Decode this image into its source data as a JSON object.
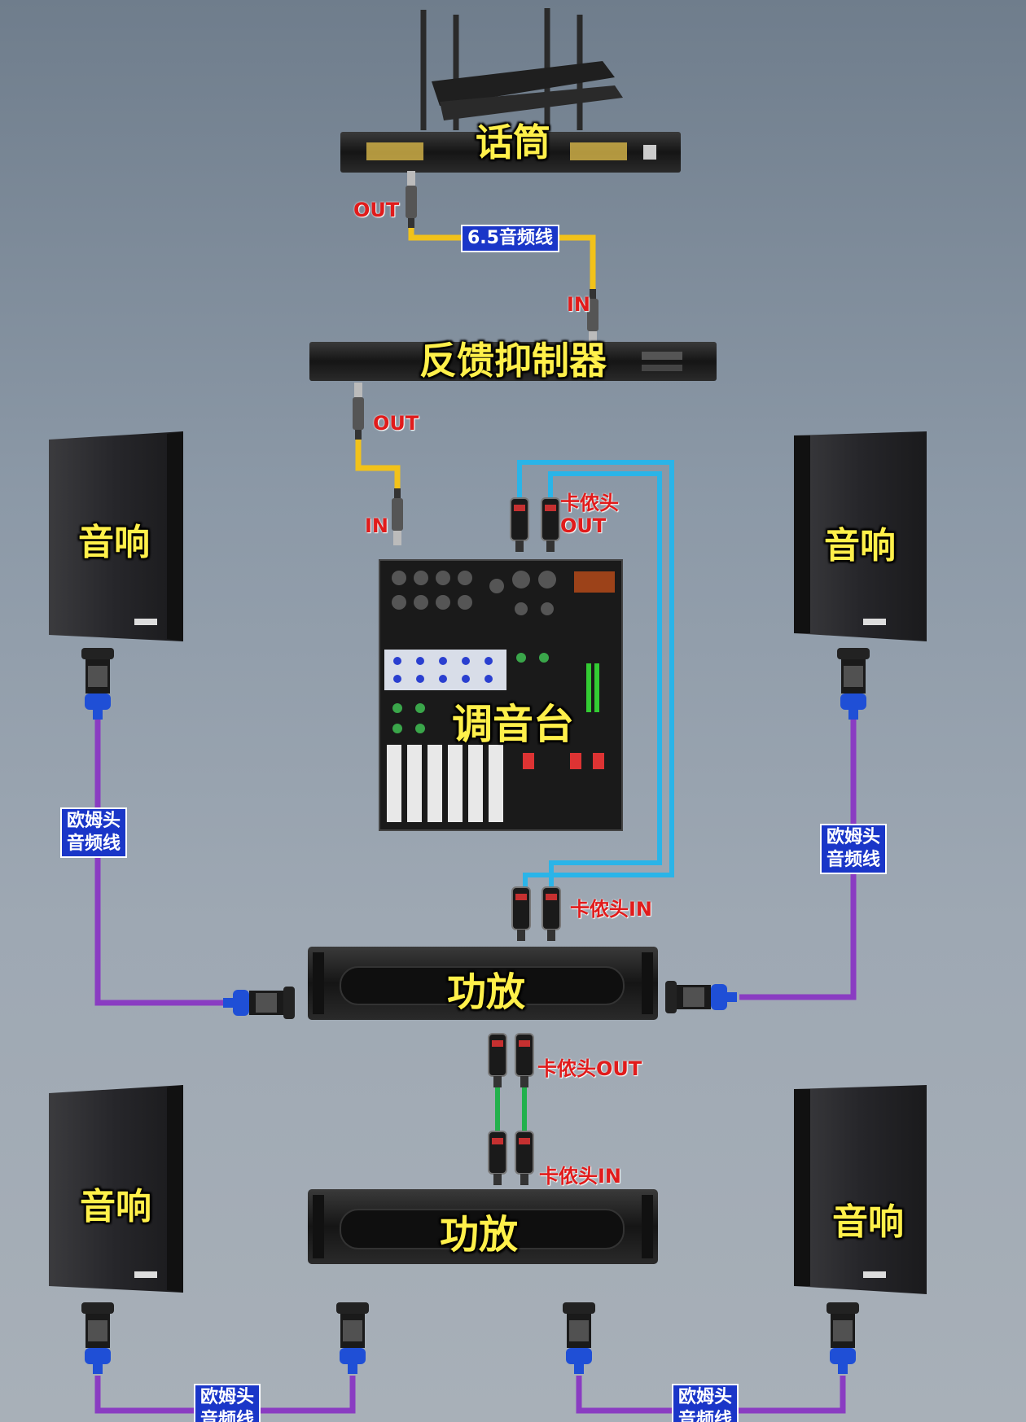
{
  "devices": {
    "microphone": "话筒",
    "feedback_suppressor": "反馈抑制器",
    "mixer": "调音台",
    "amp_1": "功放",
    "amp_2": "功放",
    "speaker_top_left": "音响",
    "speaker_top_right": "音响",
    "speaker_bottom_left": "音响",
    "speaker_bottom_right": "音响"
  },
  "ports": {
    "mic_out": "OUT",
    "suppressor_in": "IN",
    "suppressor_out": "OUT",
    "mixer_in": "IN",
    "mixer_out_line1": "卡侬头",
    "mixer_out_line2": "OUT",
    "amp1_in": "卡侬头IN",
    "amp1_out": "卡侬头OUT",
    "amp2_in": "卡侬头IN"
  },
  "cables": {
    "mic_to_suppressor": "6.5音频线",
    "left_speaker_line1": "欧姆头",
    "left_speaker_line2": "音频线",
    "right_speaker_line1": "欧姆头",
    "right_speaker_line2": "音频线",
    "bottom_left_line1": "欧姆头",
    "bottom_left_line2": "音频线",
    "bottom_right_line1": "欧姆头",
    "bottom_right_line2": "音频线"
  },
  "colors": {
    "label_yellow": "#fff04a",
    "port_red": "#e11b1b",
    "tag_blue": "#1a36c8",
    "cable_yellow": "#f2c21a",
    "cable_cyan": "#2ab4e8",
    "cable_purple": "#8a3cc2",
    "cable_green": "#22b14c",
    "connector_blue": "#1f4fd6"
  }
}
